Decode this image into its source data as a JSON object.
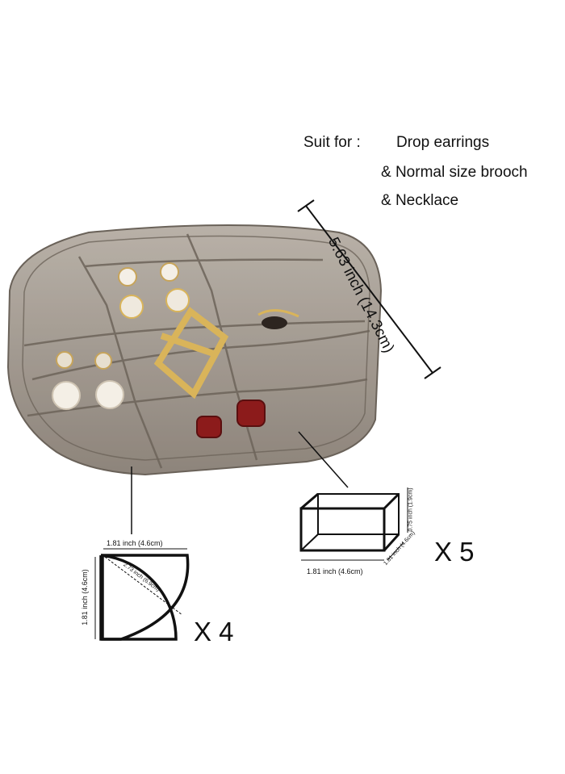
{
  "suit": {
    "label": "Suit for :",
    "items": [
      "Drop earrings",
      "& Normal size brooch",
      "& Necklace"
    ]
  },
  "tray": {
    "length_label": "5.63 inch (14.3cm)"
  },
  "corner_compartment": {
    "width_label": "1.81 inch (4.6cm)",
    "height_label": "1.81 inch (4.6cm)",
    "diagonal_label": "2.73 inch (6.9cm)",
    "quantity": "X 4"
  },
  "box_compartment": {
    "width_label": "1.81 inch (4.6cm)",
    "depth_label": "1.81 inch (4.6cm)",
    "height_label": "0.75 inch (1.9cm)",
    "quantity": "X 5"
  },
  "colors": {
    "tray_tint": "#8a7f74",
    "tray_edge": "#5e554c",
    "pearl": "#f4efe6",
    "gold": "#d9b45a",
    "ruby": "#8c1b1b"
  }
}
